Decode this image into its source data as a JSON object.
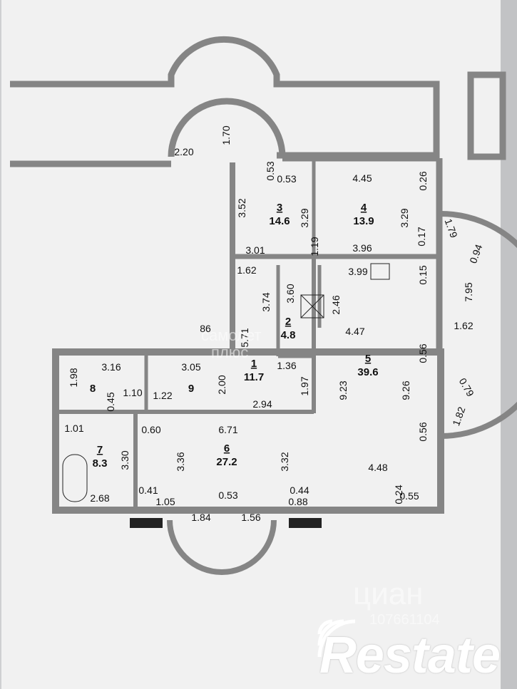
{
  "plan": {
    "rooms": [
      {
        "id": "1",
        "area": "11.7"
      },
      {
        "id": "2",
        "area": "4.8"
      },
      {
        "id": "3",
        "area": "14.6"
      },
      {
        "id": "4",
        "area": "13.9"
      },
      {
        "id": "5",
        "area": "39.6"
      },
      {
        "id": "6",
        "area": "27.2"
      },
      {
        "id": "7",
        "area": "8.3"
      },
      {
        "id": "8",
        "area": ""
      },
      {
        "id": "9",
        "area": ""
      }
    ],
    "dimensions": [
      "2.20",
      "1.70",
      "0.53",
      "0.53",
      "4.45",
      "0.26",
      "3.52",
      "3.29",
      "3.29",
      "1.19",
      "1.79",
      "0.94",
      "0.17",
      "3.01",
      "3.96",
      "1.62",
      "3.99",
      "0.15",
      "3.60",
      "3.74",
      "2.46",
      "7.95",
      "1.62",
      "86",
      "5.71",
      "4.47",
      "3.16",
      "3.05",
      "1.36",
      "0.56",
      "1.98",
      "2.00",
      "1.97",
      "9.23",
      "9.26",
      "0.79",
      "0.45",
      "1.10",
      "1.22",
      "2.94",
      "1.82",
      "1.01",
      "0.60",
      "6.71",
      "0.56",
      "3.30",
      "3.36",
      "3.32",
      "4.48",
      "0.41",
      "0.53",
      "0.44",
      "0.24",
      "0.55",
      "2.68",
      "1.05",
      "0.88",
      "1.84",
      "1.56"
    ],
    "colors": {
      "wall": "#858585",
      "wall_edge": "#3a3a3a",
      "paper": "#f2f2f2",
      "background": "#cfd0d2"
    }
  },
  "watermarks": {
    "cian": "циан",
    "cian_id": "107661104",
    "samolet_line1": "самолет",
    "samolet_line2": "плюс"
  },
  "logo": {
    "text": "Restate",
    "icon": "restate-signal-icon"
  }
}
